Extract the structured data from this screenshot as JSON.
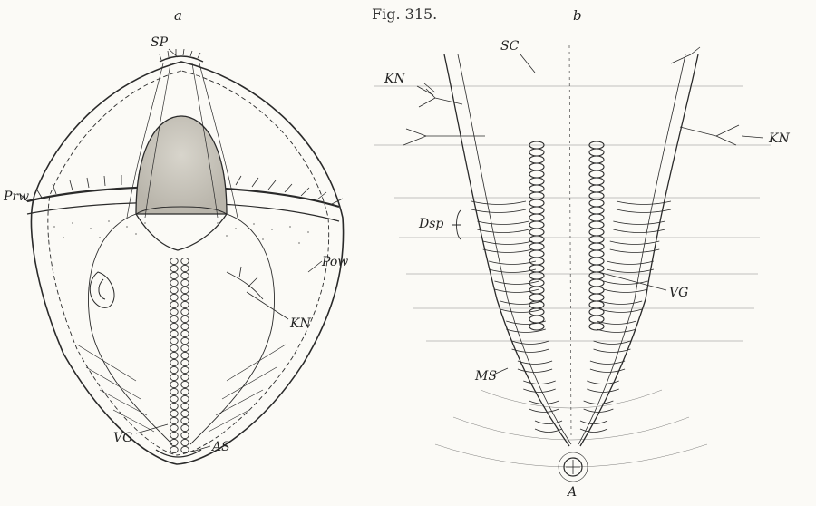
{
  "figure": {
    "caption": "Fig. 315.",
    "panel_a": "a",
    "panel_b": "b"
  },
  "labels_a": {
    "sp": "SP",
    "prw": "Prw",
    "pow": "Pow",
    "kn": "KN",
    "vg": "VG",
    "as": "AS"
  },
  "labels_b": {
    "sc": "SC",
    "kn_left": "KN",
    "kn_right": "KN",
    "dsp": "Dsp",
    "vg": "VG",
    "ms": "MS",
    "a": "A"
  },
  "colors": {
    "ink": "#2a2a2a",
    "paper": "#fbfaf6",
    "shade": "#c9c6bd"
  }
}
